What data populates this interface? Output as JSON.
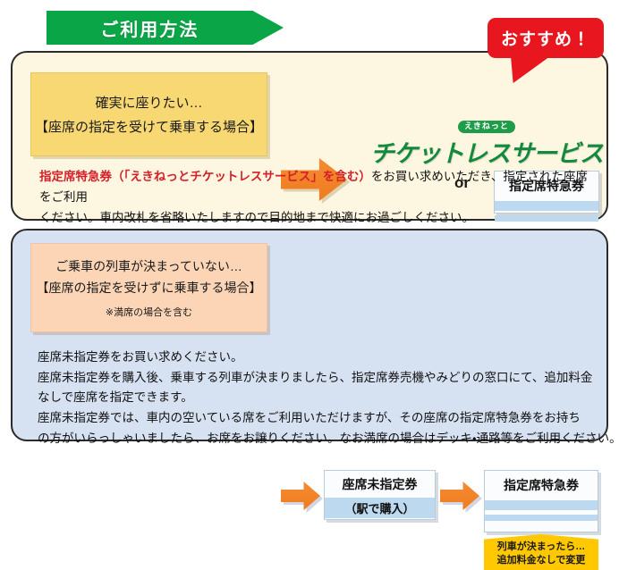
{
  "header": {
    "title": "ご利用方法"
  },
  "reserved_section": {
    "case_box": {
      "line1": "確実に座りたい…",
      "line2": "【座席の指定を受けて乗車する場合】"
    },
    "arrow_icon": "right-arrow-icon",
    "recommend_badge": "おすすめ！",
    "logo": {
      "badge": "えきねっと",
      "wordmark": "チケットレスサービス"
    },
    "or_label": "or",
    "ticket": {
      "title": "指定席特急券"
    },
    "description": {
      "highlight": "指定席特急券（「えきねっとチケットレスサービス」を含む）",
      "rest_line1": "をお買い求めいただき、指定された座席をご利用",
      "line2": "ください。車内改札を省略いたしますので目的地まで快適にお過ごしください。"
    }
  },
  "unreserved_section": {
    "case_box": {
      "line1": "ご乗車の列車が決まっていない…",
      "line2": "【座席の指定を受けずに乗車する場合】",
      "note": "※満席の場合を含む"
    },
    "arrow1_icon": "right-arrow-icon",
    "arrow2_icon": "right-arrow-icon",
    "unassigned_ticket": {
      "title": "座席未指定券",
      "subtitle": "（駅で購入）"
    },
    "reserved_ticket": {
      "title": "指定席特急券"
    },
    "change_note": {
      "line1": "列車が決まったら…",
      "line2": "追加料金なしで変更"
    },
    "description": {
      "line1": "座席未指定券をお買い求めください。",
      "line2": "座席未指定券を購入後、乗車する列車が決まりましたら、指定席券売機やみどりの窓口にて、追加料金",
      "line3": "なしで座席を指定できます。",
      "line4": "座席未指定券では、車内の空いている席をご利用いただけますが、その座席の指定席特急券をお持ち",
      "line5": "の方がいらっしゃいましたら、お席をお譲りください。なお満席の場合はデッキ・通路等をご利用ください。"
    }
  },
  "colors": {
    "header_green": "#0aa546",
    "brand_green": "#128a3d",
    "recommend_red": "#e8161f",
    "highlight_red": "#d4202a",
    "arrow_orange": "#ef7b1f",
    "reserved_panel_bg": "#fdf6e0",
    "unreserved_panel_bg": "#d6e1f2",
    "yellow_box": "#f7d872",
    "pink_box": "#fbd5b5",
    "ticket_band": "#bdd9ef",
    "change_note_yellow": "#ffc800"
  }
}
